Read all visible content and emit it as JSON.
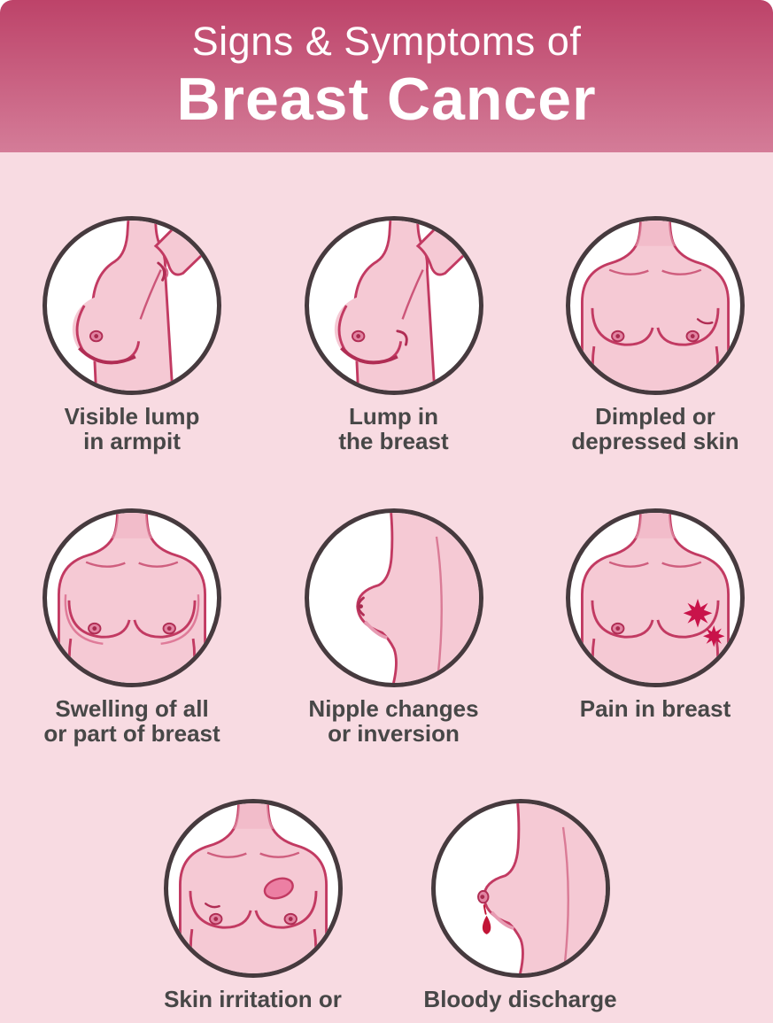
{
  "header": {
    "title_line1": "Signs & Symptoms of",
    "title_line2": "Breast Cancer"
  },
  "symptoms": [
    {
      "label_line1": "Visible lump",
      "label_line2": "in armpit",
      "icon": "torso-side-armpit-lump"
    },
    {
      "label_line1": "Lump in",
      "label_line2": "the breast",
      "icon": "torso-side-breast-lump"
    },
    {
      "label_line1": "Dimpled or",
      "label_line2": "depressed skin",
      "icon": "torso-front-dimpled-skin"
    },
    {
      "label_line1": "Swelling of all",
      "label_line2": "or part of breast",
      "icon": "torso-front-swelling"
    },
    {
      "label_line1": "Nipple changes",
      "label_line2": "or inversion",
      "icon": "torso-profile-nipple-inversion"
    },
    {
      "label_line1": "Pain in breast",
      "label_line2": "",
      "icon": "torso-front-pain-stars"
    },
    {
      "label_line1": "Skin irritation or",
      "label_line2": "",
      "icon": "torso-front-skin-irritation"
    },
    {
      "label_line1": "Bloody discharge",
      "label_line2": "",
      "icon": "torso-profile-bloody-discharge"
    }
  ],
  "colors": {
    "header_gradient_top": "#bd4369",
    "header_gradient_bottom": "#d47c98",
    "page_background": "#f8dbe2",
    "label_text": "#474747",
    "circle_border": "#463a3e",
    "skin": "#f5c9d4",
    "skin_shade": "#efb0c1",
    "outline_pink": "#c23a62",
    "deep_pink": "#b02d54",
    "accent_red": "#c9134a",
    "blood_red": "#c21436"
  }
}
